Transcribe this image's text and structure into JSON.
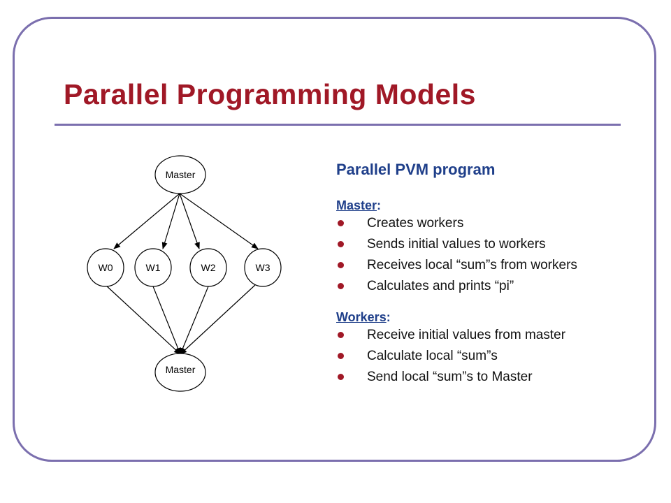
{
  "slide": {
    "title": "Parallel Programming Models"
  },
  "diagram": {
    "top_node": "Master",
    "workers": [
      "W0",
      "W1",
      "W2",
      "W3"
    ],
    "bottom_node": "Master"
  },
  "content": {
    "subtitle": "Parallel PVM program",
    "master": {
      "heading": "Master",
      "colon": ":",
      "items": [
        "Creates workers",
        "Sends initial values to workers",
        "Receives local “sum”s from workers",
        "Calculates and prints “pi”"
      ]
    },
    "workers": {
      "heading": "Workers",
      "colon": ":",
      "items": [
        "Receive initial values from master",
        "Calculate local “sum”s",
        "Send local “sum”s to Master"
      ]
    }
  },
  "colors": {
    "title": "#a01826",
    "accent_frame": "#7b6fae",
    "heading_blue": "#1f3f8a",
    "bullet": "#a01826"
  }
}
